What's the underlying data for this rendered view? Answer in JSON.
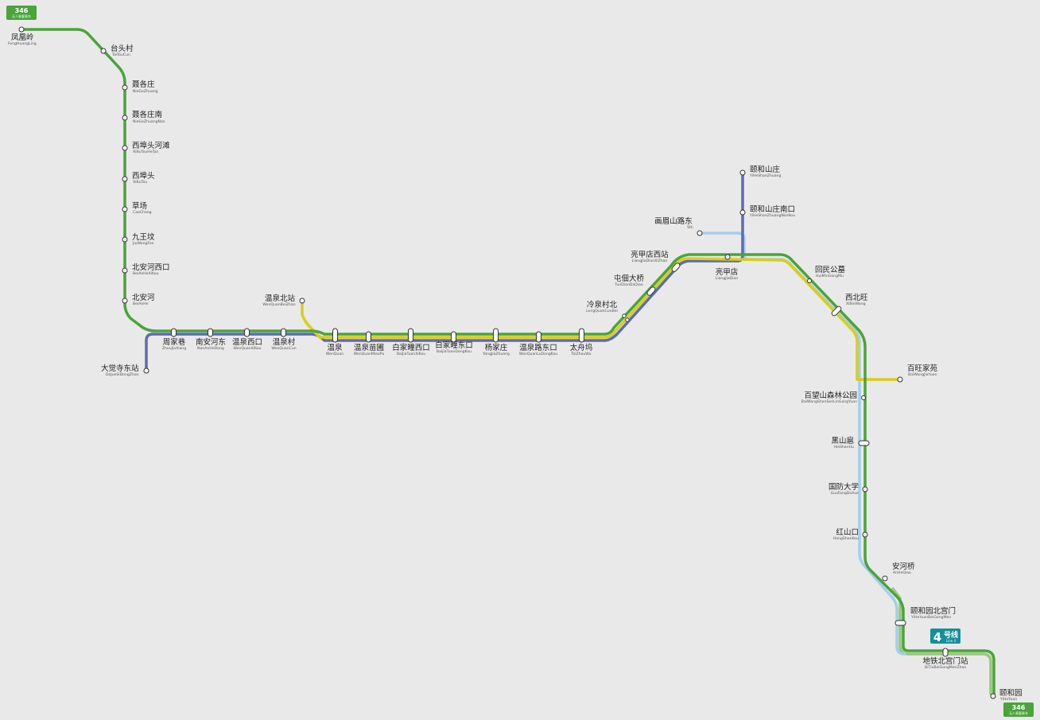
{
  "badges": [
    {
      "number": "346",
      "subtitle": "无人乘客乘车"
    },
    {
      "number": "346",
      "subtitle": "无人乘客乘车"
    }
  ],
  "line_badge": {
    "number": "4",
    "name_cn": "号线",
    "name_en": "Line 4"
  },
  "colors": {
    "green": "#4aa43a",
    "yellow": "#d9cd1c",
    "blue": "#5b6bb5",
    "light_blue": "#a6cdec",
    "light_green": "#94c97a",
    "teal_badge": "#13919b",
    "background": "#e9e9e9"
  },
  "stations": [
    {
      "cn": "凤凰岭",
      "py": "FengHuangLing"
    },
    {
      "cn": "台头村",
      "py": "TaiTouCun"
    },
    {
      "cn": "聂各庄",
      "py": "NieGeZhuang"
    },
    {
      "cn": "聂各庄南",
      "py": "NieGeZhuangNan"
    },
    {
      "cn": "西埠头河滩",
      "py": "XiBuTouHeTan"
    },
    {
      "cn": "西埠头",
      "py": "XiBuTou"
    },
    {
      "cn": "草场",
      "py": "CaoChang"
    },
    {
      "cn": "九王坟",
      "py": "JiuWangFen"
    },
    {
      "cn": "北安河西口",
      "py": "BeiAnHeXiKou"
    },
    {
      "cn": "北安河",
      "py": "BeiAnHe"
    },
    {
      "cn": "大觉寺东站",
      "py": "DaJueSiDongZhan"
    },
    {
      "cn": "周家巷",
      "py": "ZhouJiaXiang"
    },
    {
      "cn": "南安河东",
      "py": "NanAnHeDong"
    },
    {
      "cn": "温泉西口",
      "py": "WenQuanXiKou"
    },
    {
      "cn": "温泉村",
      "py": "WenQuanCun"
    },
    {
      "cn": "温泉北站",
      "py": "WenQuanBeiZhan"
    },
    {
      "cn": "温泉",
      "py": "WenQuan"
    },
    {
      "cn": "温泉苗圃",
      "py": "WenQuanMiaoPu"
    },
    {
      "cn": "白家疃西口",
      "py": "BaiJiaTuanXiKou"
    },
    {
      "cn": "白家疃东口",
      "py": "BaiJiaTuanDongKou"
    },
    {
      "cn": "杨家庄",
      "py": "YangJiaZhuang"
    },
    {
      "cn": "温泉路东口",
      "py": "WenQuanLuDongKou"
    },
    {
      "cn": "太舟坞",
      "py": "TaiZhouWu"
    },
    {
      "cn": "冷泉村北",
      "py": "LengQuanCunBei"
    },
    {
      "cn": "屯佃大桥",
      "py": "TunDianDaQiao"
    },
    {
      "cn": "亮甲店西站",
      "py": "LiangJiaDianXiZhan"
    },
    {
      "cn": "画眉山路东",
      "py": "Sth"
    },
    {
      "cn": "颐和山庄",
      "py": "YiHeShanZhuang"
    },
    {
      "cn": "颐和山庄南口",
      "py": "YiHeShanZhuangNanKou"
    },
    {
      "cn": "亮甲店",
      "py": "LiangJiaDian"
    },
    {
      "cn": "回民公墓",
      "py": "HuiMinGongMu"
    },
    {
      "cn": "西北旺",
      "py": "XiBeiWang"
    },
    {
      "cn": "百旺家苑",
      "py": "BaiWangJiaYuan"
    },
    {
      "cn": "百望山森林公园",
      "py": "BaiWangShanSenLinGongYuan"
    },
    {
      "cn": "黑山扈",
      "py": "HeiShanHu"
    },
    {
      "cn": "国防大学",
      "py": "GuoFangDaXue"
    },
    {
      "cn": "红山口",
      "py": "HongShanKou"
    },
    {
      "cn": "安河桥",
      "py": "AnHeQiao"
    },
    {
      "cn": "颐和园北宫门",
      "py": "YiHeYuanBeiGongMen"
    },
    {
      "cn": "地铁北宫门站",
      "py": "DiTieBeiGongMenZhan"
    },
    {
      "cn": "颐和园",
      "py": "YiHeYuan"
    }
  ]
}
